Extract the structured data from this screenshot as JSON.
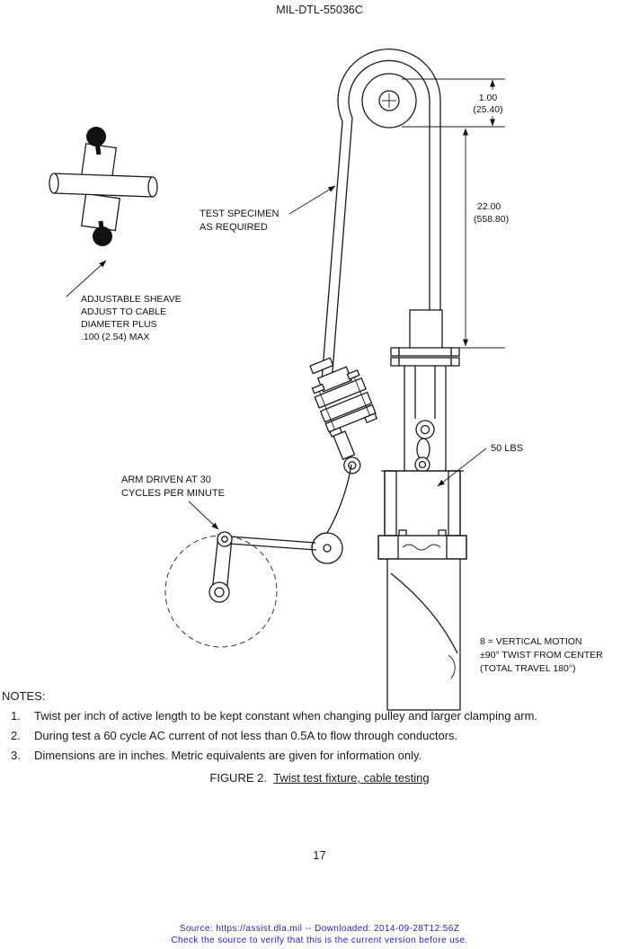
{
  "page": {
    "header": "MIL-DTL-55036C",
    "page_number": "17"
  },
  "diagram": {
    "labels": {
      "test_specimen": [
        "TEST SPECIMEN",
        "AS REQUIRED"
      ],
      "adjustable_sheave": [
        "ADJUSTABLE SHEAVE",
        "ADJUST TO CABLE",
        "DIAMETER PLUS",
        ".100 (2.54) MAX"
      ],
      "arm_driven": [
        "ARM DRIVEN AT 30",
        "CYCLES PER MINUTE"
      ],
      "weight": "50 LBS",
      "vertical_motion": [
        "8 = VERTICAL MOTION",
        "±90° TWIST FROM CENTER",
        "(TOTAL TRAVEL 180°)"
      ]
    },
    "dimensions": {
      "pulley_in": "1.00",
      "pulley_mm": "(25.40)",
      "length_in": "22.00",
      "length_mm": "(558.80)"
    }
  },
  "notes": {
    "heading": "NOTES:",
    "items": [
      {
        "num": "1.",
        "text": "Twist per inch of active length to be kept constant when changing pulley and larger clamping arm."
      },
      {
        "num": "2.",
        "text": "During test a 60 cycle AC current of not less than 0.5A to flow through conductors."
      },
      {
        "num": "3.",
        "text": "Dimensions are in inches.  Metric equivalents are given for information only."
      }
    ]
  },
  "caption": {
    "prefix": "FIGURE 2.",
    "title": "Twist test fixture, cable testing"
  },
  "footer": {
    "source": "Source: https://assist.dla.mil -- Downloaded: 2014-09-28T12:56Z",
    "notice": "Check the source to verify that this is the current version before use.",
    "color": "#2222cc"
  }
}
